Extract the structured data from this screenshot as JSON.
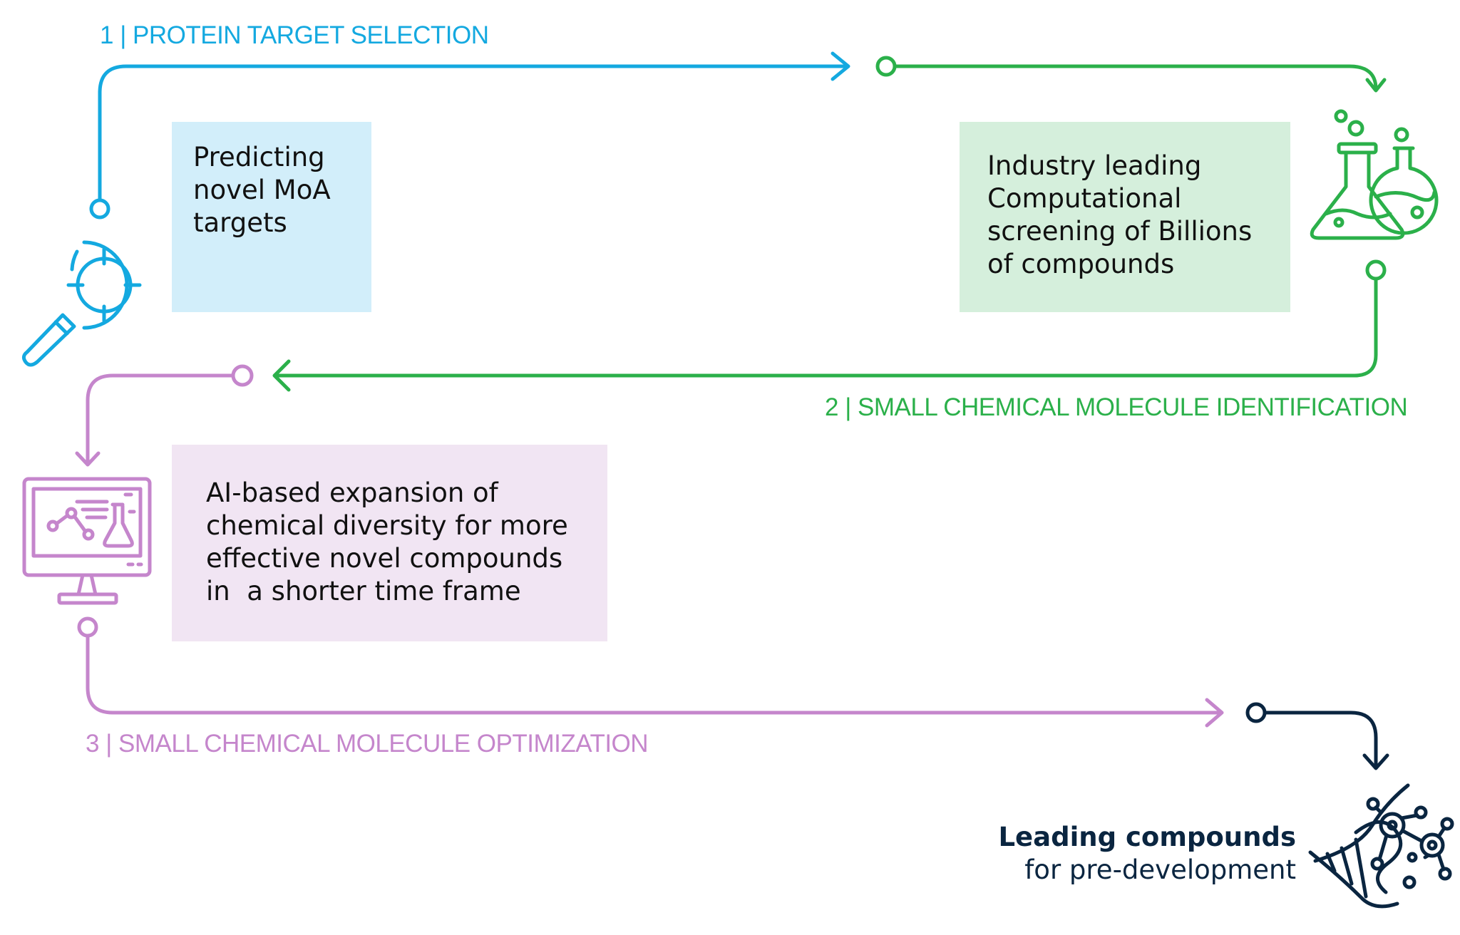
{
  "colors": {
    "blue": "#14a9e0",
    "green": "#2bb04a",
    "purple": "#c586cc",
    "navy": "#0a2540",
    "blue_box": "#d2eefa",
    "green_box": "#d5efdc",
    "purple_box": "#f1e5f3"
  },
  "stages": [
    {
      "label": "1 | PROTEIN TARGET SELECTION",
      "description_lines": [
        "Predicting",
        "novel MoA",
        "targets"
      ],
      "icon": "magnifier-target-icon"
    },
    {
      "label": "2 | SMALL CHEMICAL MOLECULE IDENTIFICATION",
      "description_lines": [
        "Industry leading",
        "Computational",
        "screening of Billions",
        "of compounds"
      ],
      "icon": "lab-flasks-icon"
    },
    {
      "label": "3 | SMALL CHEMICAL MOLECULE OPTIMIZATION",
      "description_lines": [
        "AI-based expansion of",
        "chemical diversity for more",
        "effective novel compounds",
        "in  a shorter time frame"
      ],
      "icon": "computer-chemistry-icon"
    }
  ],
  "outcome": {
    "title": "Leading compounds",
    "subtitle": "for pre-development",
    "icon": "molecule-dna-icon"
  }
}
